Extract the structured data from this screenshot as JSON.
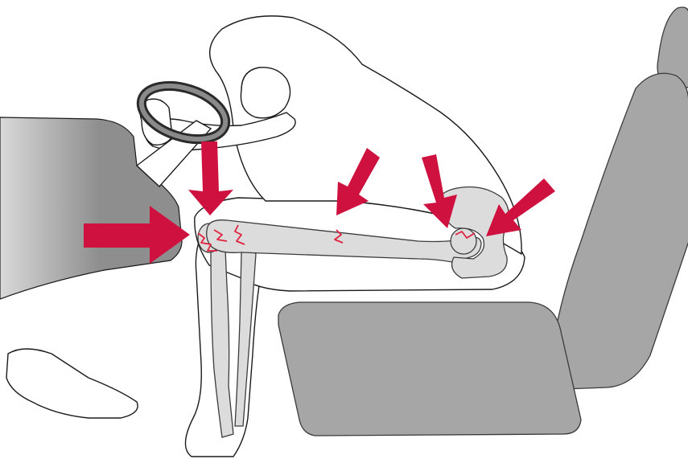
{
  "colors": {
    "background": "#ffffff",
    "outline": "#1a1a1a",
    "seat": "#a6a6a6",
    "seat_stroke": "#3a3a3a",
    "dashboard_light": "#d9d9d9",
    "dashboard_dark": "#8e8e8e",
    "bone": "#dcdcdc",
    "bone_stroke": "#3c3c3c",
    "fracture": "#e0223f",
    "arrow": "#cf1140"
  },
  "elements": {
    "dashboard": "dashboard",
    "seat": "car-seat",
    "occupant": "occupant-body",
    "steering_wheel": "steering-wheel",
    "skeleton": [
      "knee-cap",
      "femur",
      "tibia-fibula",
      "pelvis",
      "hip-joint"
    ],
    "fractures": [
      "knee-fracture",
      "femur-fracture",
      "hip-fracture"
    ]
  },
  "arrows": [
    {
      "name": "dashboard-impact-arrow",
      "direction": "right",
      "target": "knee"
    },
    {
      "name": "knee-impact-arrow",
      "direction": "down",
      "target": "knee"
    },
    {
      "name": "femur-impact-arrow",
      "direction": "down-left",
      "target": "femur"
    },
    {
      "name": "hip-impact-arrow",
      "direction": "down",
      "target": "hip"
    },
    {
      "name": "acetabulum-impact-arrow",
      "direction": "down-left",
      "target": "hip socket"
    }
  ]
}
